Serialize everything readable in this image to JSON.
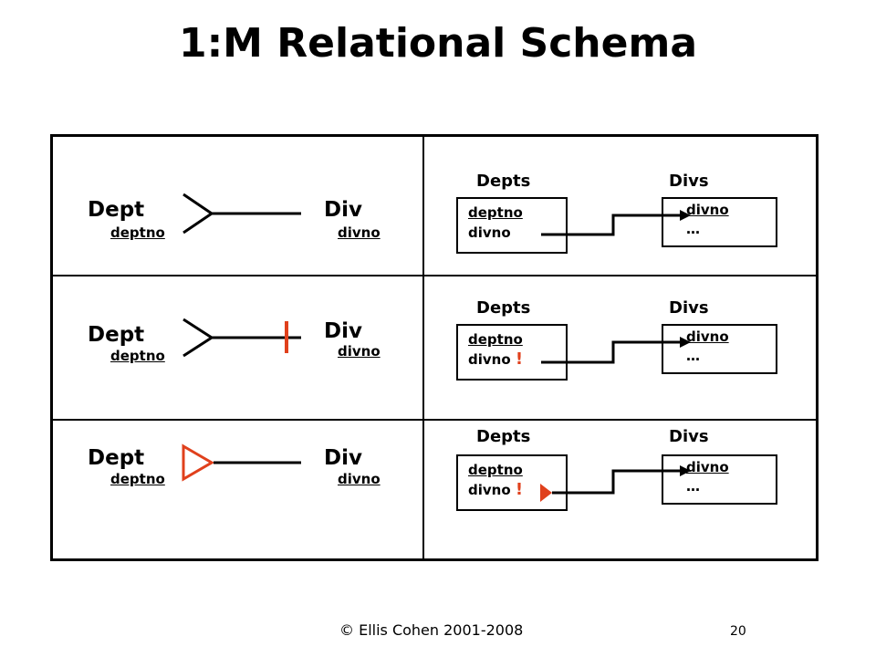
{
  "title": "1:M Relational Schema",
  "rows": [
    {
      "left": {
        "entity1": "Dept",
        "attr1": "deptno",
        "entity2": "Div",
        "attr2": "divno"
      },
      "right": {
        "table1_name": "Depts",
        "table2_name": "Divs",
        "t1_pk": "deptno",
        "t1_fk": "divno",
        "t1_mark": "",
        "t2_pk": "divno",
        "t2_more": "…"
      }
    },
    {
      "left": {
        "entity1": "Dept",
        "attr1": "deptno",
        "entity2": "Div",
        "attr2": "divno"
      },
      "right": {
        "table1_name": "Depts",
        "table2_name": "Divs",
        "t1_pk": "deptno",
        "t1_fk": "divno",
        "t1_mark": "!",
        "t2_pk": "divno",
        "t2_more": "…"
      }
    },
    {
      "left": {
        "entity1": "Dept",
        "attr1": "deptno",
        "entity2": "Div",
        "attr2": "divno"
      },
      "right": {
        "table1_name": "Depts",
        "table2_name": "Divs",
        "t1_pk": "deptno",
        "t1_fk": "divno",
        "t1_mark": "!",
        "t2_pk": "divno",
        "t2_more": "…"
      }
    }
  ],
  "footer": "© Ellis Cohen 2001-2008",
  "page_number": "20",
  "colors": {
    "accent": "#e0401c",
    "line": "#000000"
  }
}
